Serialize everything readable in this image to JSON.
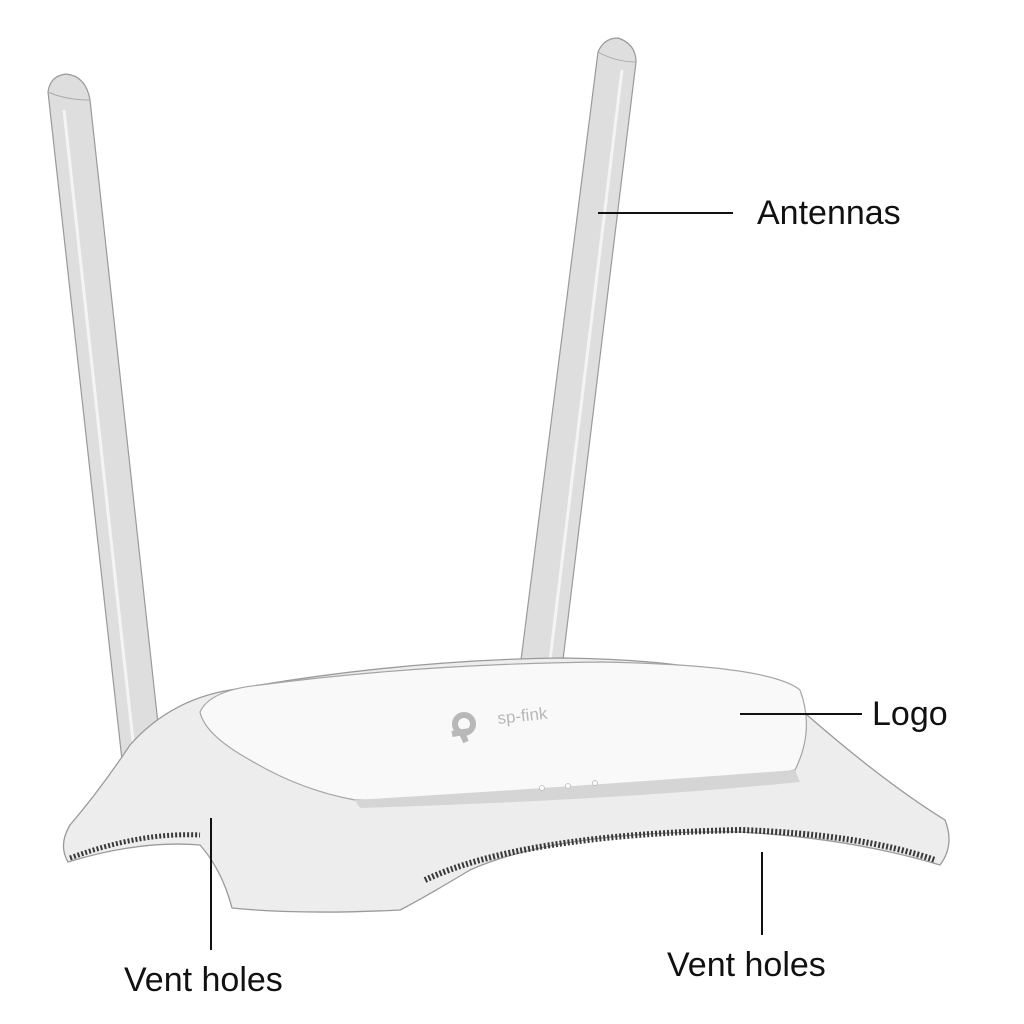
{
  "labels": {
    "antennas": "Antennas",
    "logo": "Logo",
    "vent_left": "Vent holes",
    "vent_right": "Vent holes"
  },
  "device": {
    "logo_text": "sp-fink",
    "led_count": 3
  },
  "colors": {
    "body": "#eeeeee",
    "panel": "#f8f8f8",
    "antenna": "#dcdcdc",
    "outline": "#9a9a9a",
    "vent": "#3a3a3a",
    "logo": "#b8b8b8"
  }
}
